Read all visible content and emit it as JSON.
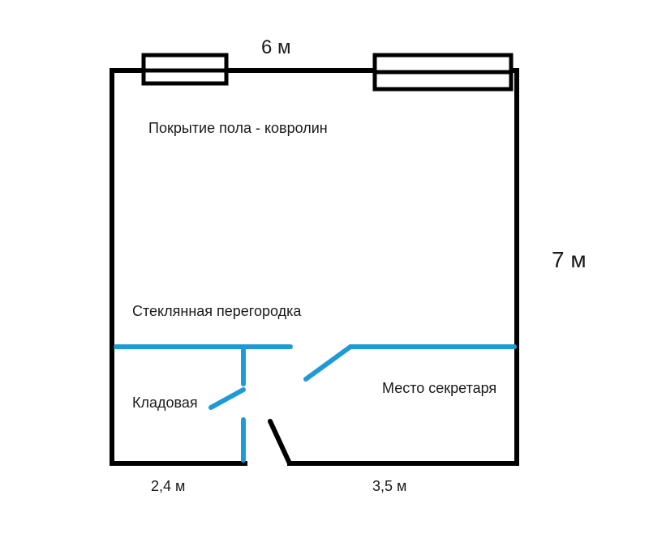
{
  "dimensions": {
    "width_top": "6 м",
    "height_right": "7 м",
    "width_bottom_left": "2,4 м",
    "width_bottom_right": "3,5 м"
  },
  "labels": {
    "floor_covering": "Покрытие пола - ковролин",
    "glass_partition": "Стеклянная перегородка",
    "storage_room": "Кладовая",
    "secretary_area": "Место секретаря"
  },
  "colors": {
    "wall": "#000000",
    "glass_partition": "#1e9bd7"
  }
}
